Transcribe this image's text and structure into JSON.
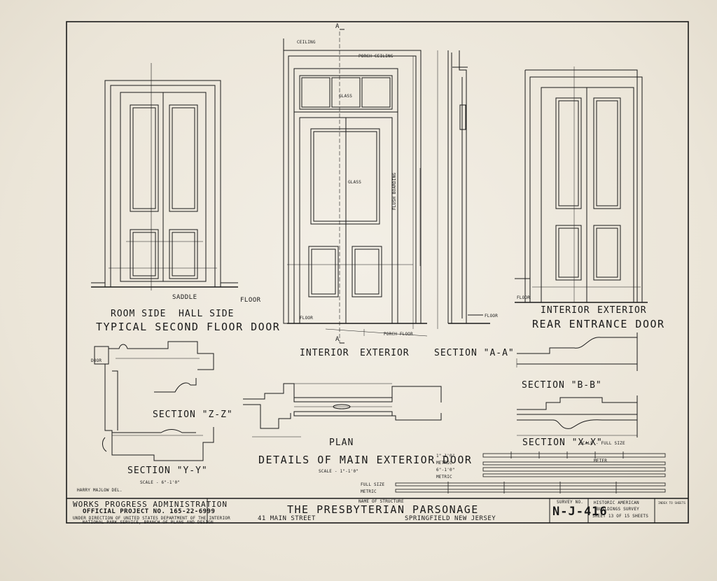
{
  "drawing": {
    "typical_door": {
      "left_label": "ROOM SIDE",
      "right_label": "HALL SIDE",
      "title": "TYPICAL SECOND FLOOR DOOR",
      "saddle": "SADDLE",
      "floor": "FLOOR"
    },
    "main_door": {
      "ceiling": "CEILING",
      "porch_ceiling": "PORCH CEILING",
      "glass_top": "GLASS",
      "glass_mid": "GLASS",
      "flush_boarding": "FLUSH BOARDING",
      "floor": "FLOOR",
      "porch_floor": "PORCH FLOOR",
      "interior": "INTERIOR",
      "exterior": "EXTERIOR",
      "section_marker": "A"
    },
    "section_aa": {
      "title": "SECTION \"A-A\"",
      "floor": "FLOOR"
    },
    "rear_door": {
      "interior": "INTERIOR",
      "exterior": "EXTERIOR",
      "title": "REAR ENTRANCE DOOR",
      "floor": "FLOOR"
    },
    "section_zz": {
      "title": "SECTION \"Z-Z\"",
      "door": "DOOR"
    },
    "section_yy": {
      "title": "SECTION \"Y-Y\"",
      "scale": "SCALE - 6\"-1'0\""
    },
    "plan": {
      "title": "PLAN",
      "details": "DETAILS OF MAIN EXTERIOR DOOR",
      "scale": "SCALE - 1\"-1'0\""
    },
    "section_bb": {
      "title": "SECTION \"B-B\""
    },
    "section_xx": {
      "title": "SECTION \"X-X\"",
      "scale": "SCALE - FULL SIZE"
    },
    "scales": {
      "s1": "1\"-1'0\"",
      "s1m": "METRIC",
      "s2": "6\"-1'0\"",
      "s2m": "METRIC",
      "s3": "FULL SIZE",
      "s3m": "METRIC",
      "meter": "METER"
    },
    "delineator": "HARRY MAJLOW DEL."
  },
  "title_block": {
    "agency": "WORKS PROGRESS ADMINISTRATION",
    "project": "OFFICIAL PROJECT NO. 165-22-6999",
    "direction1": "UNDER DIRECTION OF UNITED STATES DEPARTMENT OF THE INTERIOR",
    "direction2": "NATIONAL PARK SERVICE, BRANCH OF PLANS AND DESIGN",
    "name_label": "NAME OF STRUCTURE",
    "structure": "THE PRESBYTERIAN PARSONAGE",
    "street": "41 MAIN STREET",
    "city": "SPRINGFIELD NEW JERSEY",
    "survey_label": "SURVEY NO.",
    "survey_no": "N-J-416",
    "hab1": "HISTORIC AMERICAN",
    "hab2": "BUILDINGS SURVEY",
    "sheet": "SHEET 13 OF 15 SHEETS",
    "index": "INDEX TO SHEETS"
  }
}
